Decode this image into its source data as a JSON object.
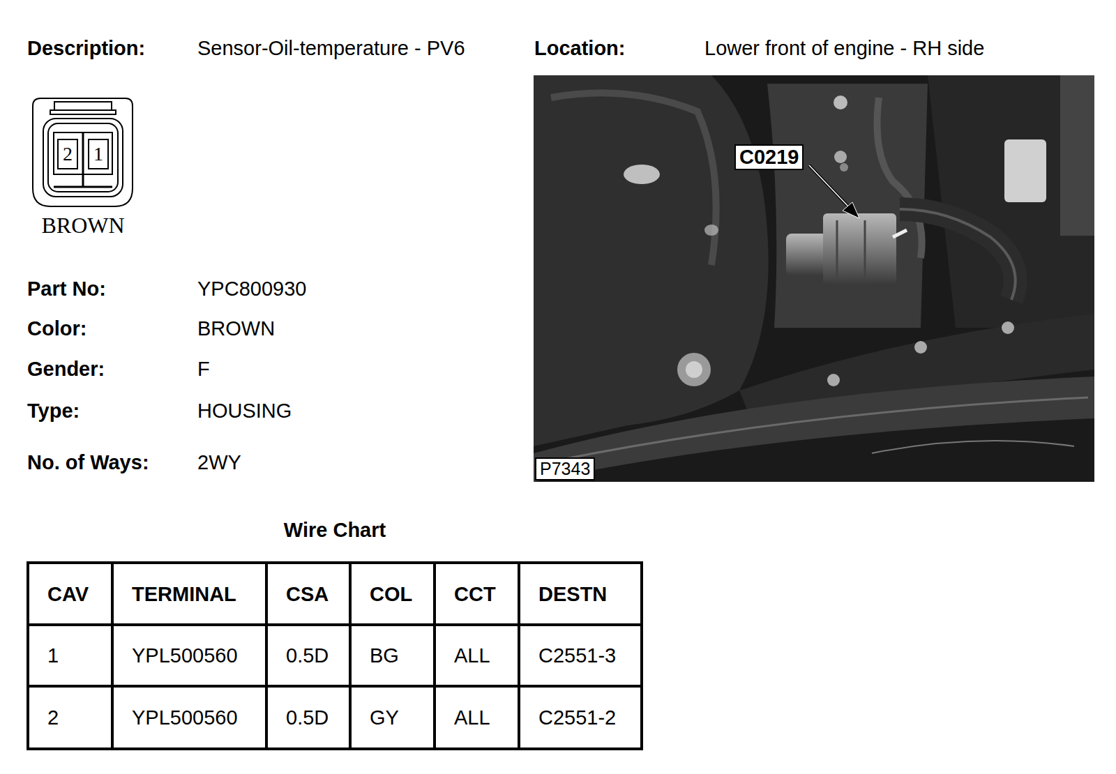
{
  "diagram": {
    "nodes": [
      {
        "text": [
          "C0219"
        ]
      },
      {
        "text": [
          "P7343"
        ]
      }
    ],
    "labels": [
      "Description:",
      "Sensor-Oil-temperature - PV6",
      "Location:",
      "Lower front of engine - RH side",
      "2",
      "1",
      "BROWN",
      "Part No:",
      "YPC800930",
      "Color:",
      "BROWN",
      "Gender:",
      "F",
      "Type:",
      "HOUSING",
      "No. of Ways:",
      "2WY",
      "Wire Chart",
      "CAV",
      "TERMINAL",
      "CSA",
      "COL",
      "CCT",
      "DESTN",
      "1",
      "YPL500560",
      "0.5D",
      "BG",
      "ALL",
      "C2551-3",
      "2",
      "YPL500560",
      "0.5D",
      "GY",
      "ALL",
      "C2551-2"
    ]
  }
}
